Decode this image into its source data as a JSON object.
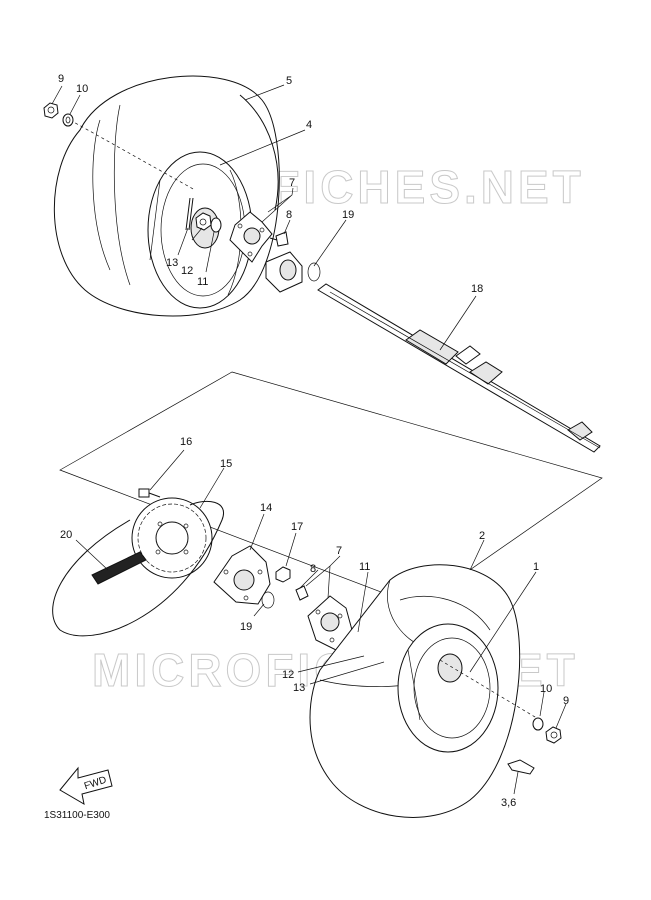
{
  "watermark": "MICROFICHES.NET",
  "diagram_code": "1S31100-E300",
  "fwd_label": "FWD",
  "callouts": {
    "c9_top": "9",
    "c10_top": "10",
    "c5": "5",
    "c4": "4",
    "c7_top": "7",
    "c8_top": "8",
    "c19_top": "19",
    "c13_top": "13",
    "c12_top": "12",
    "c11_top": "11",
    "c18": "18",
    "c16": "16",
    "c15": "15",
    "c20": "20",
    "c14": "14",
    "c17": "17",
    "c7_bot": "7",
    "c8_bot": "8",
    "c11_bot": "11",
    "c19_bot": "19",
    "c2": "2",
    "c1": "1",
    "c12_bot": "12",
    "c13_bot": "13",
    "c10_bot": "10",
    "c9_bot": "9",
    "c3_6": "3,6"
  }
}
